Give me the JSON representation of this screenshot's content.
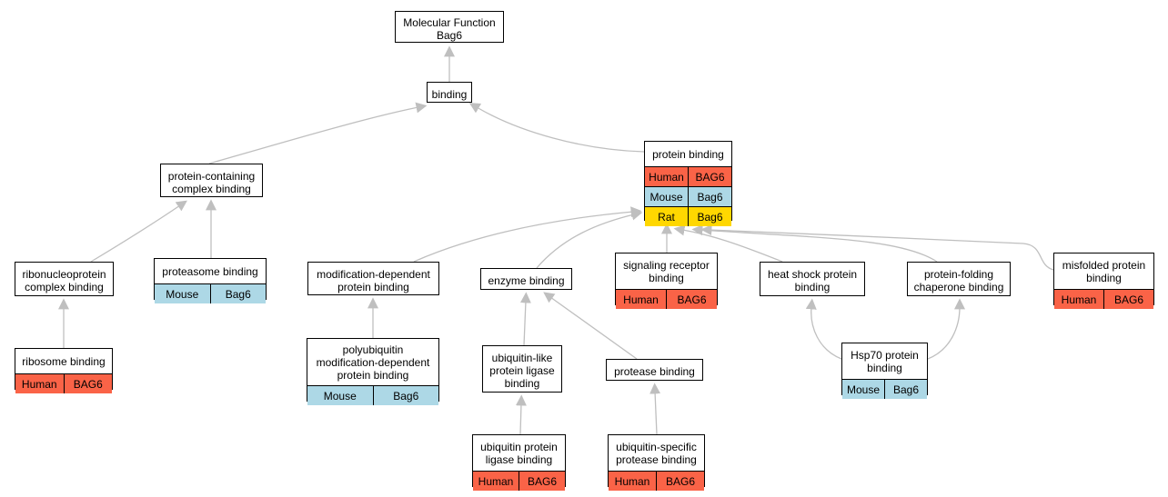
{
  "colors": {
    "Human": "#fa6347",
    "Mouse": "#add8e6",
    "Rat": "#ffd700",
    "edge": "#bfbfbf"
  },
  "nodes": {
    "mf": {
      "label": "Molecular Function\nBag6",
      "rows": []
    },
    "bind": {
      "label": "binding",
      "rows": []
    },
    "pcb": {
      "label": "protein-containing\ncomplex binding",
      "rows": []
    },
    "pb": {
      "label": "protein binding",
      "rows": [
        [
          "Human",
          "BAG6"
        ],
        [
          "Mouse",
          "Bag6"
        ],
        [
          "Rat",
          "Bag6"
        ]
      ]
    },
    "rcb": {
      "label": "ribonucleoprotein\ncomplex binding",
      "rows": []
    },
    "prb": {
      "label": "proteasome binding",
      "rows": [
        [
          "Mouse",
          "Bag6"
        ]
      ]
    },
    "mdpb": {
      "label": "modification-dependent\nprotein binding",
      "rows": []
    },
    "eb": {
      "label": "enzyme binding",
      "rows": []
    },
    "srb": {
      "label": "signaling receptor\nbinding",
      "rows": [
        [
          "Human",
          "BAG6"
        ]
      ]
    },
    "hspb": {
      "label": "heat shock protein\nbinding",
      "rows": []
    },
    "pfcb": {
      "label": "protein-folding\nchaperone binding",
      "rows": []
    },
    "mpb": {
      "label": "misfolded protein\nbinding",
      "rows": [
        [
          "Human",
          "BAG6"
        ]
      ]
    },
    "rb": {
      "label": "ribosome binding",
      "rows": [
        [
          "Human",
          "BAG6"
        ]
      ]
    },
    "pumdb": {
      "label": "polyubiquitin\nmodification-dependent\nprotein binding",
      "rows": [
        [
          "Mouse",
          "Bag6"
        ]
      ]
    },
    "ulplb": {
      "label": "ubiquitin-like\nprotein ligase\nbinding",
      "rows": []
    },
    "ptb": {
      "label": "protease binding",
      "rows": []
    },
    "hsp70": {
      "label": "Hsp70 protein\nbinding",
      "rows": [
        [
          "Mouse",
          "Bag6"
        ]
      ]
    },
    "uplb": {
      "label": "ubiquitin protein\nligase binding",
      "rows": [
        [
          "Human",
          "BAG6"
        ]
      ]
    },
    "uspb": {
      "label": "ubiquitin-specific\nprotease binding",
      "rows": [
        [
          "Human",
          "BAG6"
        ]
      ]
    }
  }
}
